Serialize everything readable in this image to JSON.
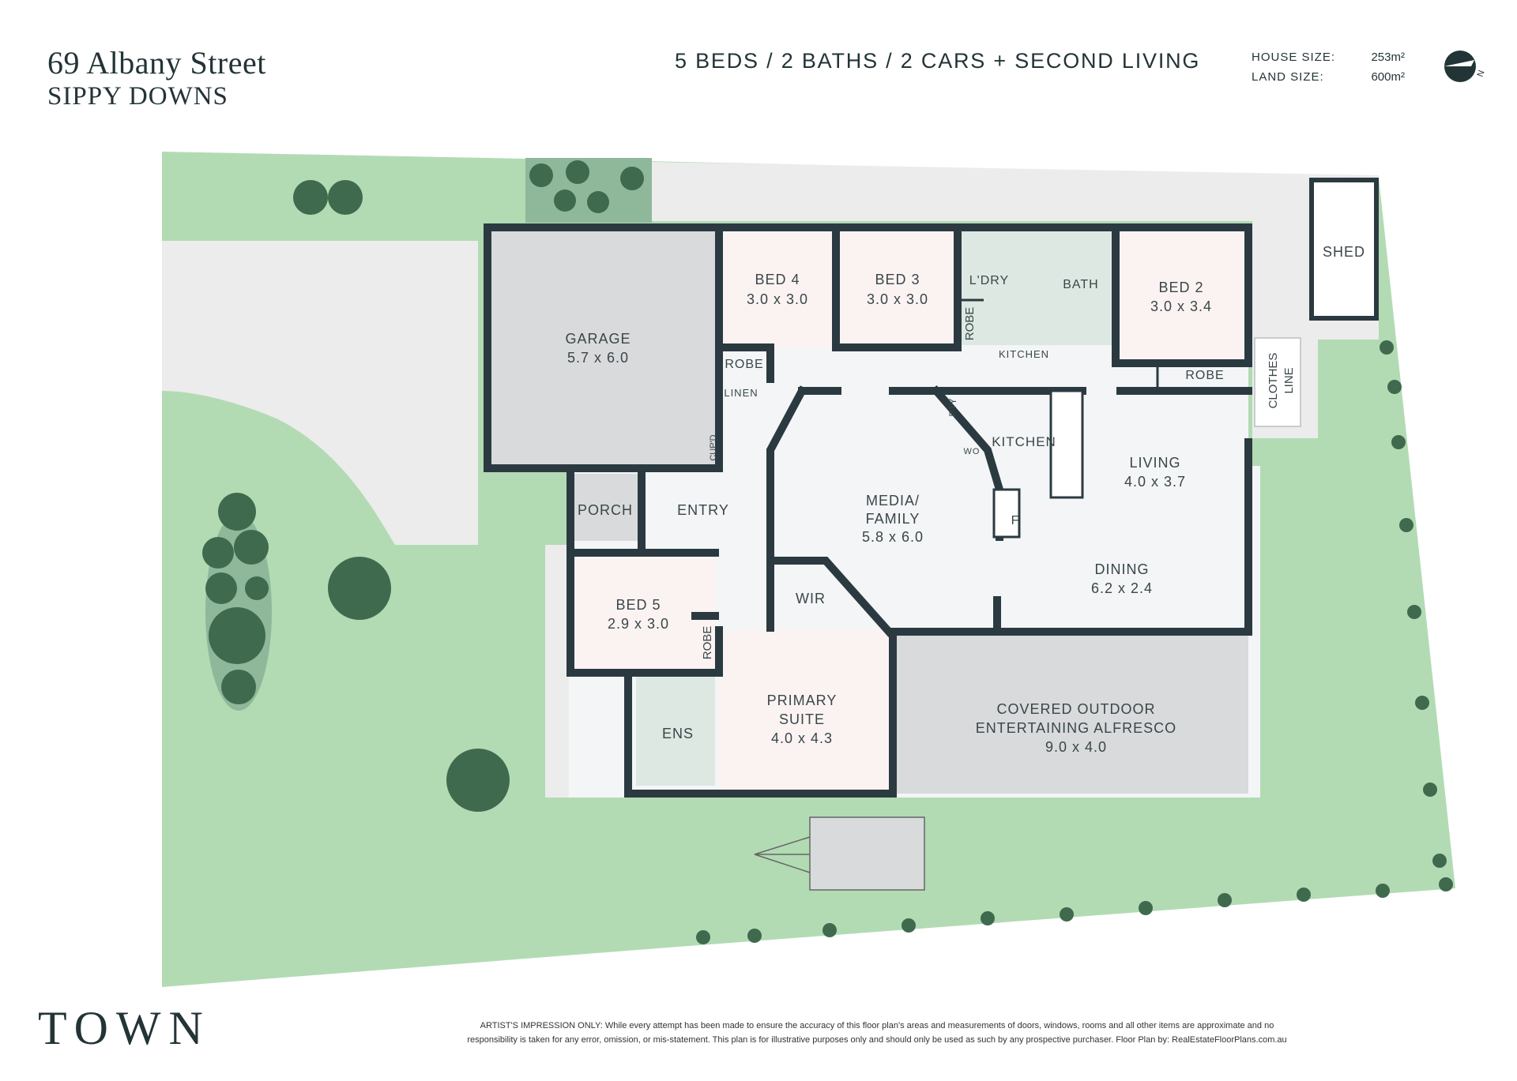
{
  "header": {
    "address_line1": "69 Albany Street",
    "address_line2": "SIPPY DOWNS",
    "summary": "5 BEDS  /  2 BATHS  /  2 CARS + SECOND LIVING",
    "house_size_label": "HOUSE SIZE:",
    "house_size_value": "253m²",
    "land_size_label": "LAND SIZE:",
    "land_size_value": "600m²",
    "compass_icon": "north-arrow-icon",
    "compass_letter": "N"
  },
  "rooms": {
    "garage": {
      "name": "GARAGE",
      "size": "5.7 x 6.0"
    },
    "bed4": {
      "name": "BED 4",
      "size": "3.0 x 3.0"
    },
    "bed3": {
      "name": "BED 3",
      "size": "3.0 x 3.0"
    },
    "ldry": {
      "name": "L'DRY"
    },
    "bath": {
      "name": "BATH"
    },
    "bed2": {
      "name": "BED 2",
      "size": "3.0 x 3.4"
    },
    "robe_bed4": {
      "name": "ROBE"
    },
    "robe_ldry": {
      "name": "ROBE"
    },
    "robe_bed2": {
      "name": "ROBE"
    },
    "robe_bed5": {
      "name": "ROBE"
    },
    "linen": {
      "name": "LINEN"
    },
    "cupd": {
      "name": "CUP'D"
    },
    "pty": {
      "name": "PTY"
    },
    "wo": {
      "name": "WO"
    },
    "kitchen": {
      "name": "KITCHEN"
    },
    "living": {
      "name": "LIVING",
      "size": "4.0 x 3.7"
    },
    "media": {
      "name_line1": "MEDIA/",
      "name_line2": "FAMILY",
      "size": "5.8 x 6.0"
    },
    "fridge": {
      "name": "F"
    },
    "porch": {
      "name": "PORCH"
    },
    "entry": {
      "name": "ENTRY"
    },
    "dining": {
      "name": "DINING",
      "size": "6.2 x 2.4"
    },
    "bed5": {
      "name": "BED 5",
      "size": "2.9 x 3.0"
    },
    "wir": {
      "name": "WIR"
    },
    "primary": {
      "name_line1": "PRIMARY",
      "name_line2": "SUITE",
      "size": "4.0 x 4.3"
    },
    "ens": {
      "name": "ENS"
    },
    "alfresco": {
      "name_line1": "COVERED OUTDOOR",
      "name_line2": "ENTERTAINING ALFRESCO",
      "size": "9.0 x 4.0"
    },
    "shed": {
      "name": "SHED"
    },
    "clothes_line": {
      "name_line1": "CLOTHES",
      "name_line2": "LINE"
    }
  },
  "colors": {
    "lawn": "#b2dbb4",
    "wall": "#2b3a40",
    "interior": "#f3f5f7",
    "bedroom": "#fbf3f2",
    "garage": "#d8dadc",
    "wet": "#dde8e2",
    "path": "#ececec",
    "tree": "#3f6a4e"
  },
  "footer": {
    "logo": "TOWN",
    "disclaimer_line1": "ARTIST'S IMPRESSION ONLY: While every attempt has been made to ensure the accuracy of this floor plan's areas and measurements of doors, windows, rooms and all other items are approximate and no",
    "disclaimer_line2": "responsibility is taken for any error, omission, or mis-statement. This plan is for illustrative purposes only and should only be used as such by any prospective purchaser. Floor Plan by: RealEstateFloorPlans.com.au"
  }
}
